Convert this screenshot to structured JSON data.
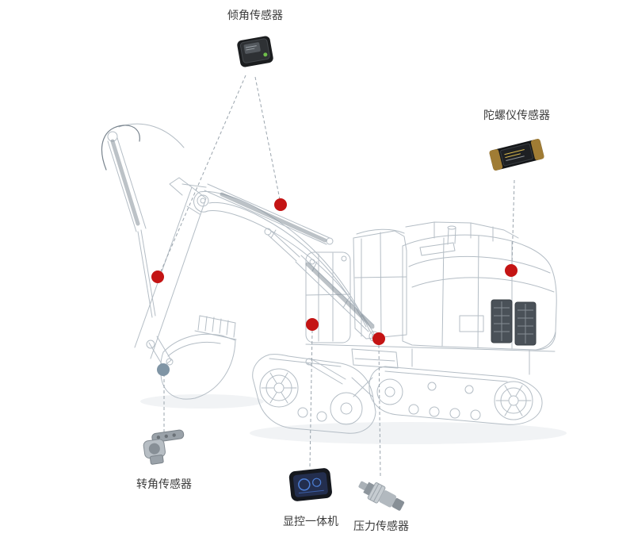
{
  "diagram": {
    "sensors": {
      "tilt": {
        "label": "倾角传感器"
      },
      "gyro": {
        "label": "陀螺仪传感器"
      },
      "rotation": {
        "label": "转角传感器"
      },
      "display": {
        "label": "显控一体机"
      },
      "pressure": {
        "label": "压力传感器"
      }
    },
    "colors": {
      "marker_active": "#c41414",
      "marker_inactive": "#8095a5",
      "connector": "#9aa4ad"
    }
  }
}
